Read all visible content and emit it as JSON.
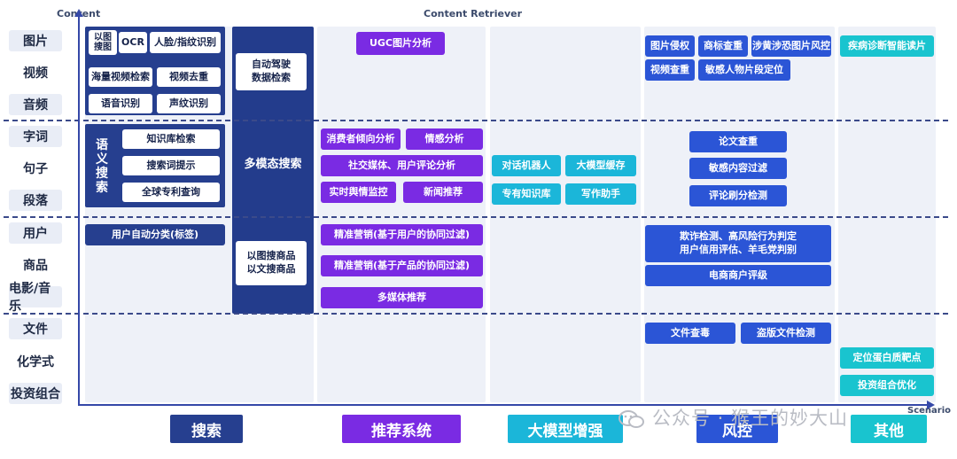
{
  "axes": {
    "y_title": "Content",
    "x_top_title": "Content Retriever",
    "x_title": "Scenario"
  },
  "rows": [
    "图片",
    "视频",
    "音频",
    "字词",
    "句子",
    "段落",
    "用户",
    "商品",
    "电影/音乐",
    "文件",
    "化学式",
    "投资组合"
  ],
  "search": {
    "img_search": "以图\n搜图",
    "ocr": "OCR",
    "face": "人脸/指纹识别",
    "video_search": "海量视频检索",
    "video_dedup": "视频去重",
    "speech": "语音识别",
    "voiceprint": "声纹识别",
    "semantic": "语\n义\n搜\n索",
    "kb": "知识库检索",
    "query_hint": "搜索词提示",
    "patent": "全球专利查询",
    "user_tag": "用户自动分类(标签)",
    "autodrive": "自动驾驶\n数据检索",
    "multimodal": "多模态搜索",
    "product_search": "以图搜商品\n以文搜商品"
  },
  "reco": {
    "ugc": "UGC图片分析",
    "consumer": "消费者倾向分析",
    "sentiment": "情感分析",
    "social": "社交媒体、用户评论分析",
    "opinion": "实时舆情监控",
    "news": "新闻推荐",
    "cf_user": "精准营销(基于用户的协同过滤)",
    "cf_item": "精准营销(基于产品的协同过滤)",
    "multimedia": "多媒体推荐"
  },
  "llm": {
    "chatbot": "对话机器人",
    "cache": "大模型缓存",
    "kb": "专有知识库",
    "writing": "写作助手"
  },
  "risk": {
    "img_infringe": "图片侵权",
    "trademark": "商标查重",
    "porn": "涉黄涉恐图片风控",
    "video_dup": "视频查重",
    "sensitive_person": "敏感人物片段定位",
    "paper_dup": "论文查重",
    "sensitive_content": "敏感内容过滤",
    "review_spam": "评论刷分检测",
    "fraud": "欺诈检测、高风险行为判定\n用户信用评估、羊毛党判别",
    "merchant": "电商商户评级",
    "virus": "文件查毒",
    "piracy": "盗版文件检测"
  },
  "other": {
    "diagnosis": "疾病诊断智能读片",
    "protein": "定位蛋白质靶点",
    "portfolio": "投资组合优化"
  },
  "categories": {
    "search": "搜索",
    "reco": "推荐系统",
    "llm": "大模型增强",
    "risk": "风控",
    "other": "其他"
  },
  "watermark": "公众号 · 猴王的妙大山",
  "colors": {
    "navy": "#263f8f",
    "purple": "#7a2be3",
    "cyan": "#1bb6d9",
    "blue": "#2b55d6",
    "teal": "#19c4cf",
    "axis": "#3548a8"
  }
}
